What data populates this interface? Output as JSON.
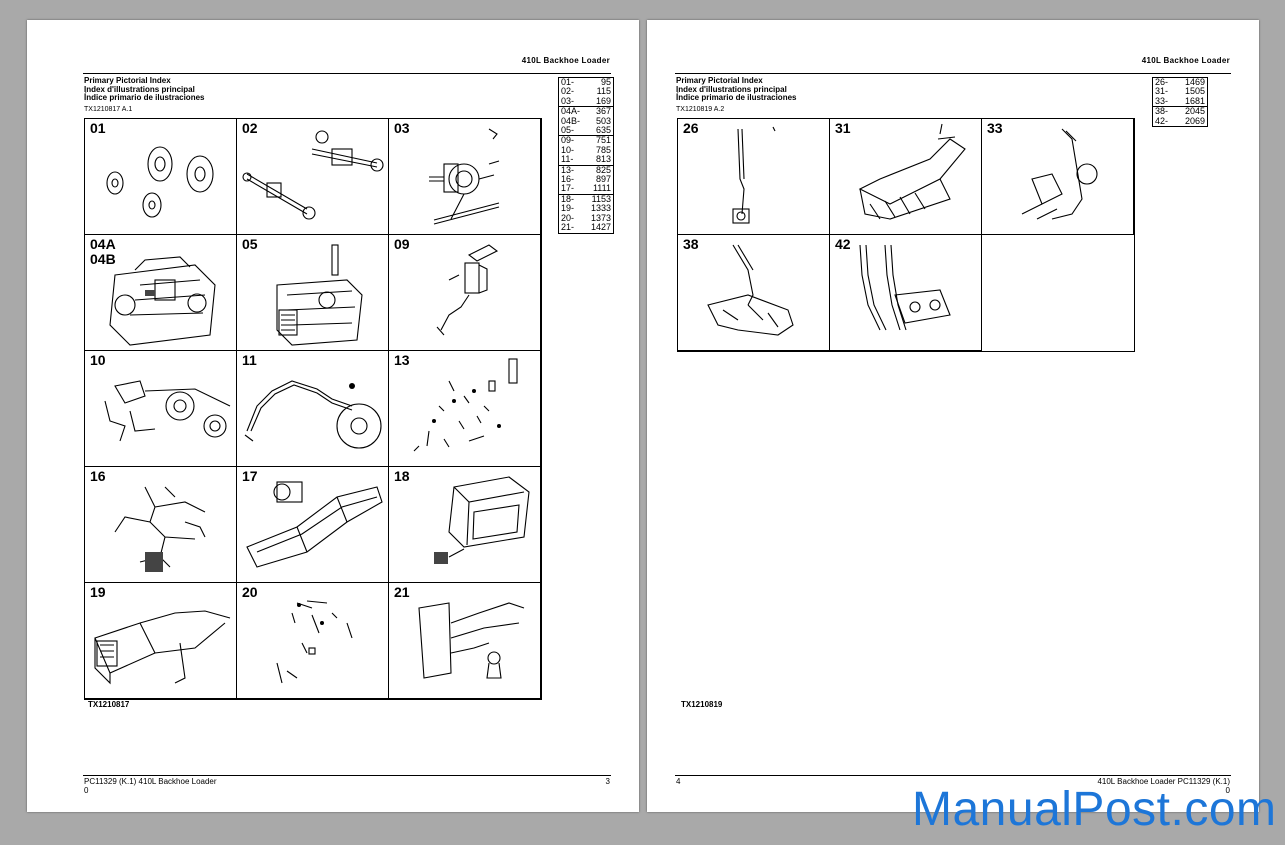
{
  "model_title": "410L  Backhoe  Loader",
  "index_heading": [
    "Primary Pictorial Index",
    "Index d'illustrations principal",
    "Índice primario de ilustraciones"
  ],
  "left_page": {
    "tx_ref": "TX1210817 A.1",
    "tx_bottom": "TX1210817",
    "ref_table": [
      [
        [
          "01-",
          "95"
        ],
        [
          "02-",
          "115"
        ],
        [
          "03-",
          "169"
        ]
      ],
      [
        [
          "04A-",
          "367"
        ],
        [
          "04B-",
          "503"
        ],
        [
          "05-",
          "635"
        ]
      ],
      [
        [
          "09-",
          "751"
        ],
        [
          "10-",
          "785"
        ],
        [
          "11-",
          "813"
        ]
      ],
      [
        [
          "13-",
          "825"
        ],
        [
          "16-",
          "897"
        ],
        [
          "17-",
          "1111"
        ]
      ],
      [
        [
          "18-",
          "1153"
        ],
        [
          "19-",
          "1333"
        ],
        [
          "20-",
          "1373"
        ],
        [
          "21-",
          "1427"
        ]
      ]
    ],
    "cells": [
      "01",
      "02",
      "03",
      "04A\n04B",
      "05",
      "09",
      "10",
      "11",
      "13",
      "16",
      "17",
      "18",
      "19",
      "20",
      "21"
    ],
    "footer_left": "PC11329    (K.1)    410L Backhoe Loader",
    "footer_left_sub": "0",
    "footer_page": "3"
  },
  "right_page": {
    "tx_ref": "TX1210819 A.2",
    "tx_bottom": "TX1210819",
    "ref_table": [
      [
        [
          "26-",
          "1469"
        ],
        [
          "31-",
          "1505"
        ],
        [
          "33-",
          "1681"
        ]
      ],
      [
        [
          "38-",
          "2045"
        ],
        [
          "42-",
          "2069"
        ]
      ]
    ],
    "cells": [
      "26",
      "31",
      "33",
      "38",
      "42"
    ],
    "footer_page": "4",
    "footer_right": "410L Backhoe Loader    PC11329    (K.1)",
    "footer_right_sub": "0"
  },
  "watermark": "ManualPost.com",
  "colors": {
    "background": "#a9a9a9",
    "page": "#ffffff",
    "watermark": "#1d76d8"
  }
}
